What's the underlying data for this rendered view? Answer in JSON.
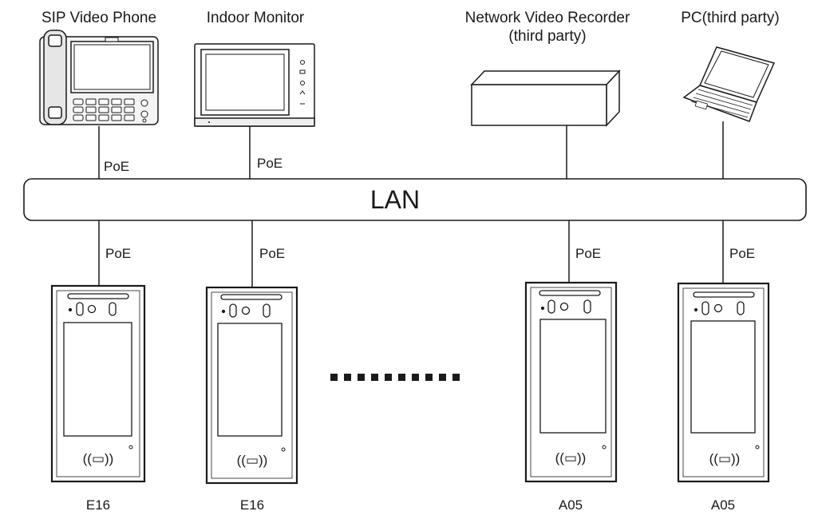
{
  "top_devices": [
    {
      "name": "SIP Video Phone",
      "link": "PoE"
    },
    {
      "name": "Indoor Monitor",
      "link": "PoE"
    },
    {
      "name_line1": "Network Video Recorder",
      "name_line2": "(third party)"
    },
    {
      "name": "PC(third party)"
    }
  ],
  "network": {
    "label": "LAN"
  },
  "bottom_devices": [
    {
      "model": "E16",
      "link": "PoE",
      "rfid_symbol": "((▭))"
    },
    {
      "model": "E16",
      "link": "PoE",
      "rfid_symbol": "((▭))"
    },
    {
      "model": "A05",
      "link": "PoE",
      "rfid_symbol": "((▭))"
    },
    {
      "model": "A05",
      "link": "PoE",
      "rfid_symbol": "((▭))"
    }
  ],
  "colors": {
    "line": "#1a1a1a",
    "device_fill": "#ffffff",
    "screen_fill": "#ffffff",
    "phone_gray": "#e6e6e6"
  }
}
